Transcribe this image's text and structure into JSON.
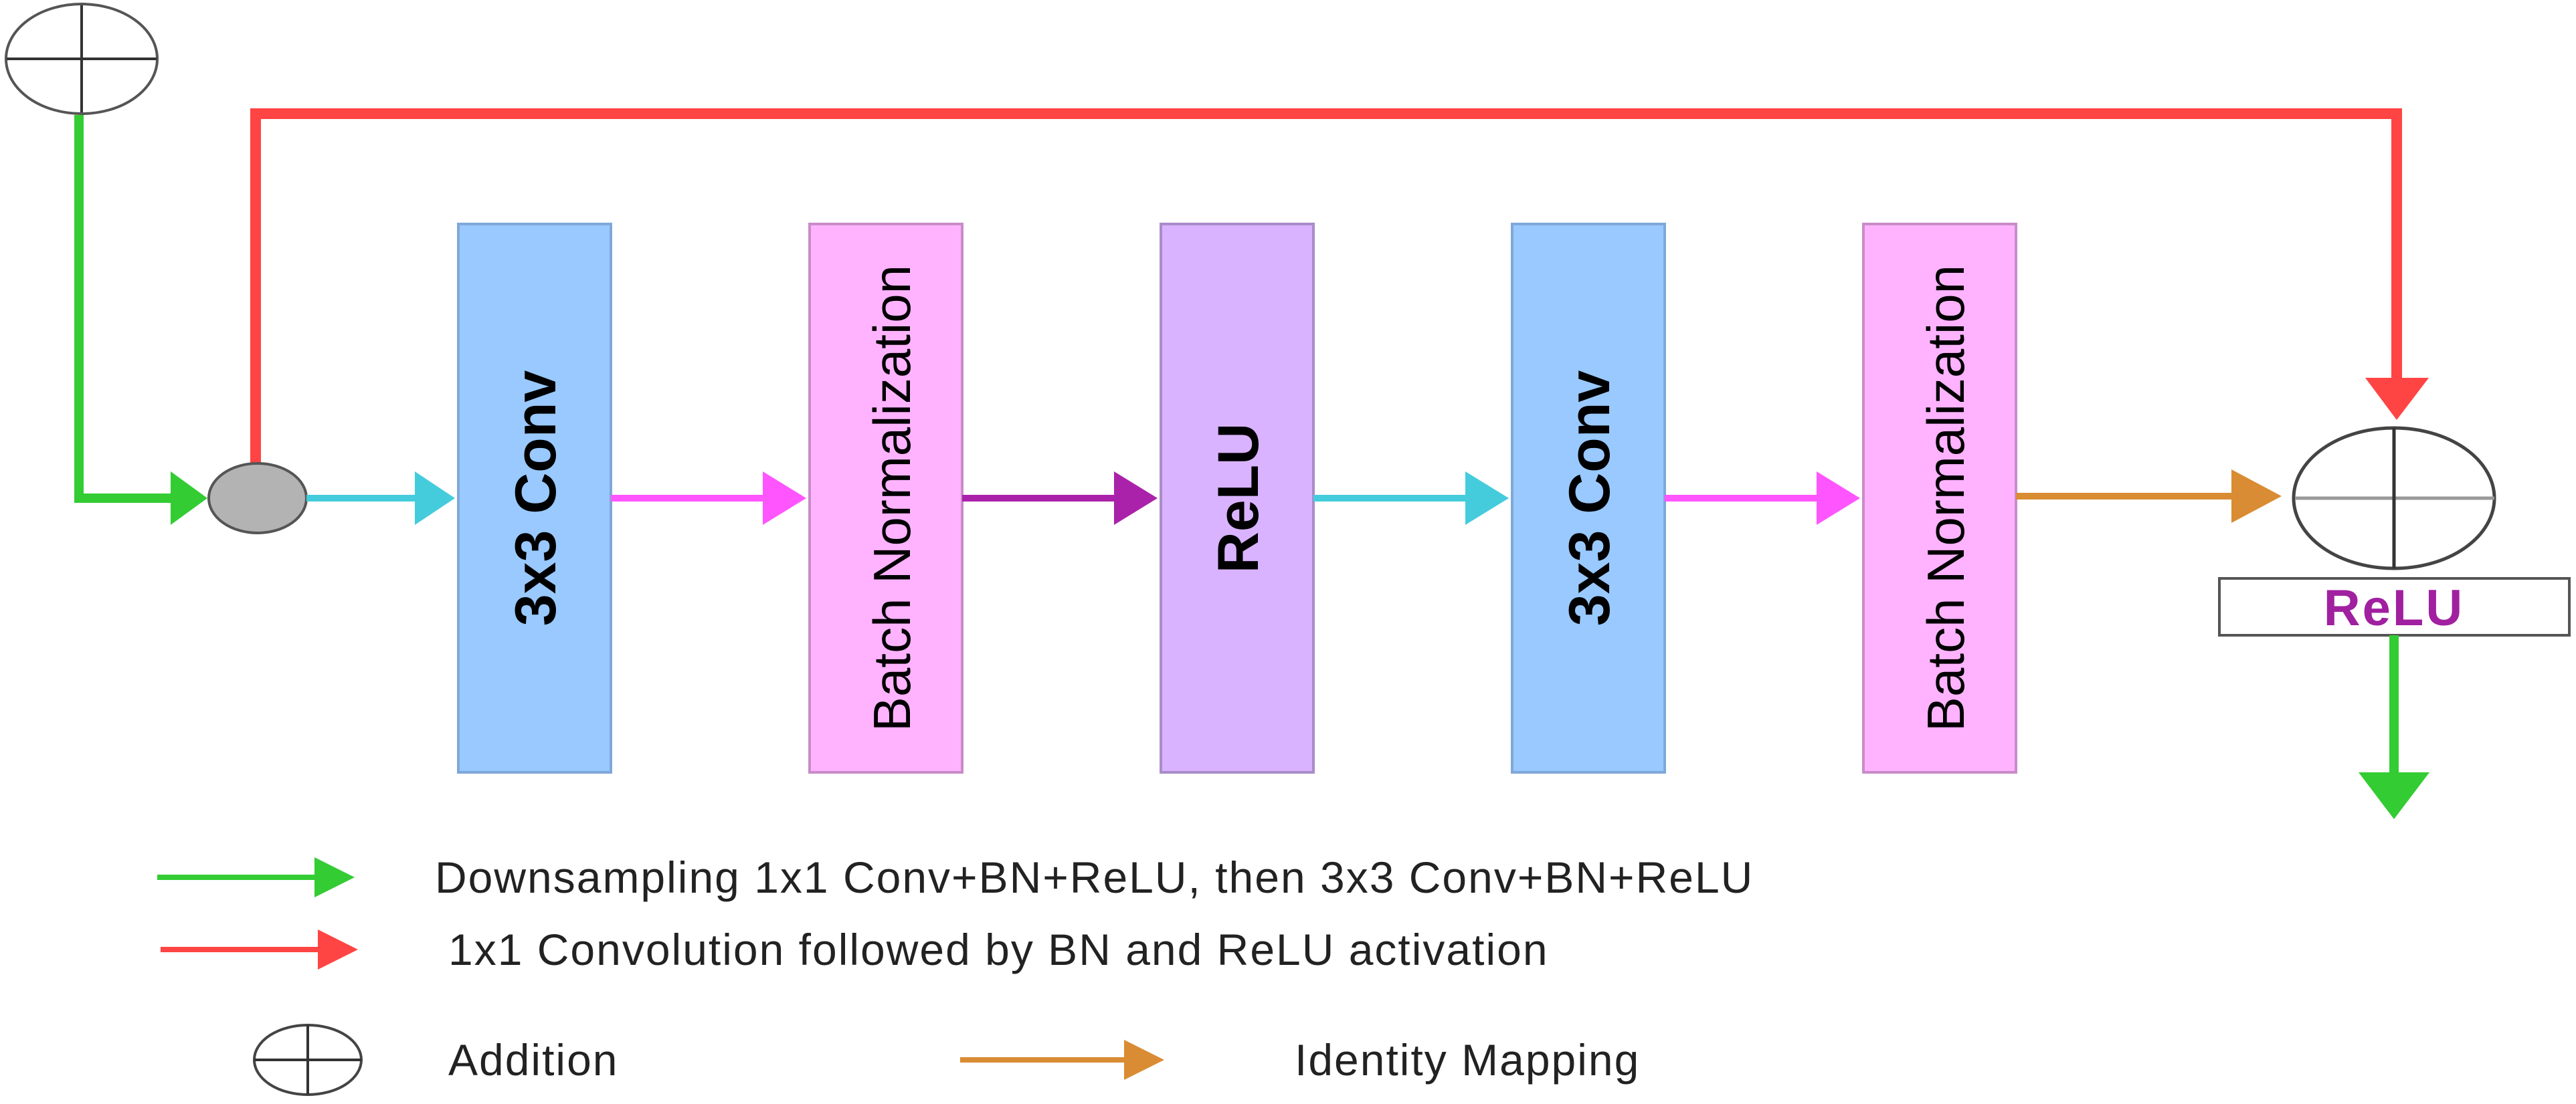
{
  "blocks": [
    {
      "label": "3x3 Conv",
      "fill": "#99c9ff"
    },
    {
      "label": "Batch Normalization",
      "fill": "#ffb3ff"
    },
    {
      "label": "ReLU",
      "fill": "#d9b3ff"
    },
    {
      "label": "3x3 Conv",
      "fill": "#99c9ff"
    },
    {
      "label": "Batch Normalization",
      "fill": "#ffb3ff"
    }
  ],
  "output_relu": "ReLU",
  "colors": {
    "green": "#33cc33",
    "red": "#ff4444",
    "cyan": "#44ccdd",
    "magenta": "#ff55ff",
    "purple": "#aa22aa",
    "orange": "#d98c33",
    "relu_text": "#a020a0"
  },
  "icons": {
    "input_node": "addition-icon",
    "branch_node": "gray-circle-icon",
    "sum_node": "addition-icon"
  },
  "legend": {
    "green": "Downsampling 1x1 Conv+BN+ReLU, then 3x3 Conv+BN+ReLU",
    "red": "1x1 Convolution followed by BN and ReLU activation",
    "addition": "Addition",
    "identity": "Identity Mapping"
  }
}
